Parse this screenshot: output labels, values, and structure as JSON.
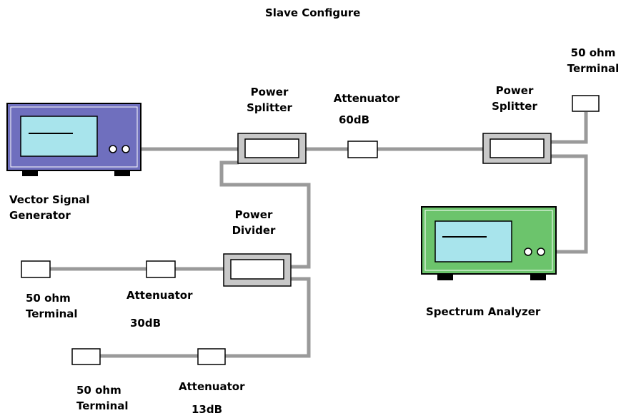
{
  "title": "Slave Configure",
  "colors": {
    "cable": "#9a9a9a",
    "device_outline": "#000000",
    "signal_generator_body": "#6f6fbe",
    "spectrum_analyzer_body": "#6cc46c",
    "screen": "#a8e4ec",
    "splitter_body": "#c8c8c8",
    "component_fill": "#ffffff"
  },
  "labels": {
    "vsg_line1": "Vector Signal",
    "vsg_line2": "Generator",
    "splitter1_line1": "Power",
    "splitter1_line2": "Splitter",
    "atten60_line1": "Attenuator",
    "atten60_line2": "60dB",
    "splitter2_line1": "Power",
    "splitter2_line2": "Splitter",
    "term_top_line1": "50 ohm",
    "term_top_line2": "Terminal",
    "divider_line1": "Power",
    "divider_line2": "Divider",
    "term1_line1": "50 ohm",
    "term1_line2": "Terminal",
    "atten30_line1": "Attenuator",
    "atten30_line2": "30dB",
    "term2_line1": "50 ohm",
    "term2_line2": "Terminal",
    "atten13_line1": "Attenuator",
    "atten13_line2": "13dB",
    "analyzer": "Spectrum Analyzer"
  }
}
